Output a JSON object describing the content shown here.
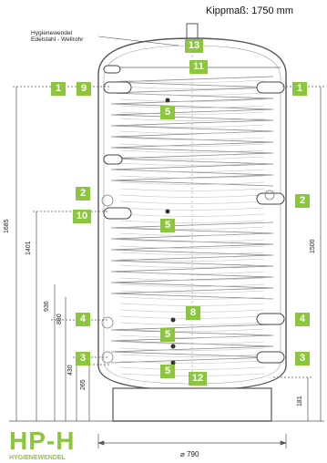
{
  "header": {
    "kippmass": "Kippmaß: 1750 mm",
    "note_line1": "Hygienewendel",
    "note_line2": "Edelstahl - Wellrohr"
  },
  "badges": {
    "b13": "13",
    "b11": "11",
    "b9": "9",
    "b1_left": "1",
    "b1_right": "1",
    "b5_top": "5",
    "b2_left": "2",
    "b2_right": "2",
    "b10": "10",
    "b5_mid": "5",
    "b8": "8",
    "b4_left": "4",
    "b4_right": "4",
    "b5_low": "5",
    "b3_left": "3",
    "b3_right": "3",
    "b5_bottom": "5",
    "b12": "12"
  },
  "dimensions": {
    "d1685": "1685",
    "d1401": "1401",
    "d936": "936",
    "d880": "880",
    "d430": "430",
    "d265": "265",
    "d1500": "1500",
    "d181": "181",
    "diameter": "⌀ 790"
  },
  "brand": {
    "title": "HP-H",
    "subtitle": "HYGIENEWENDEL"
  },
  "colors": {
    "accent_green": "#8cc63f",
    "line": "#6a6a6a",
    "tank_outline": "#555555"
  }
}
